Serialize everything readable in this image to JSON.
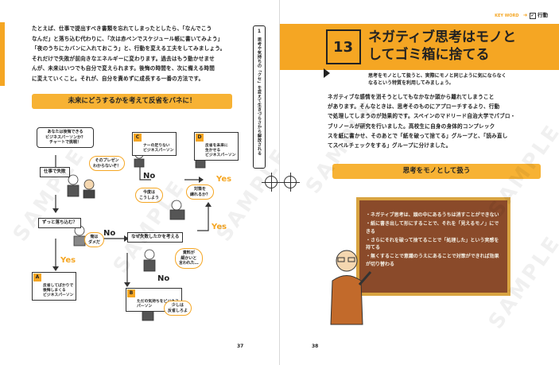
{
  "left_page": {
    "intro_paragraph": "たとえば、仕事で提出すべき書類を忘れてしまったとしたら、「なんでこう\nなんだ」と落ち込む代わりに、「次は赤ペンでスケジュール帳に書いてみよう」\n「夜のうちにカバンに入れておこう」と、行動を変える工夫をしてみましょう。\nそれだけで失敗が前向きなエネルギーに変わります。過去はもう動かせませ\nんが、未来はいつでも自分で変えられます。後悔の時間を、次に備える時間\nに変えていくこと。それが、自分を責めずに成長する一番の方法です。",
    "side_tab": {
      "number": "1",
      "text": "思考や気持ちの「クセ」を変えて生きづらさから解放される"
    },
    "banner": "未来にどうするかを考えて反省をバネに！",
    "page_number": "37",
    "flowchart": {
      "start_box": "あなたは後悔できる\nビジネスパーソンか？\nチャートで挑戦！",
      "node_mistake": "仕事で失敗",
      "bubble_presentation": "そのプレゼン\nわからないぞ！",
      "node_dwell": "ずっと落ち込む？",
      "bubble_ore": "俺は\nダメだ",
      "node_think": "なぜ失敗したかを考える",
      "bubble_materials": "資料が\n細かいと\n言われた…",
      "node_plan": "対策を\n練れるか？",
      "bubble_next": "今度は\nこうしよう",
      "box_a": "反省してばかりで\n後悔しまくる\nビジネスパーソン",
      "box_b": "ただの気持ちをビジネス\nパーソン",
      "bubble_b": "少しは\n反省しろよ",
      "box_c": "ナーの足りない\nビジネスパーソン",
      "box_d": "反省を未来に\n生かせる\nビジネスパーソン",
      "yes": "Yes",
      "no": "No",
      "letter_a": "A",
      "letter_b": "B",
      "letter_c": "C",
      "letter_d": "D"
    }
  },
  "right_page": {
    "keyword_label": "KEY WORD",
    "keyword_value": "行動",
    "chapter_number": "13",
    "title": "ネガティブ思考はモノと\nしてゴミ箱に捨てる",
    "subtitle": "思考をモノとして扱うと、実際にモノと同じように気にならなく\nなるという特質を利用してみましょう。",
    "body": "ネガティブな感情を消そうとしてもなかなか頭から離れてしまうこと\nがあります。そんなときは、思考そのものにアプローチするより、行動\nで処理してしまうのが効果的です。スペインのマドリード自治大学でパブロ・\nブリノールが研究を行いました。高校生に自身の身体的コンプレック\nスを紙に書かせ、そのあとで「紙を破って捨てる」グループと、「読み直し\nてスペルチェックをする」グループに分けました。",
    "banner": "思考をモノとして扱う",
    "board_items": [
      "・ネガティブ思考は、頭の中にあるうちは消すことができない",
      "・紙に書き出して形にすることで、それを「見えるモノ」にできる",
      "・さらにそれを破って捨てることで「処理した」という実感を持てる",
      "・無くすることで意識のうえにあることで対策ができれば効果が切り替わる"
    ],
    "page_number": "38"
  },
  "watermark": "SAMPLE",
  "colors": {
    "accent": "#f5a623",
    "board": "#8a4a2a",
    "board_frame": "#d9a441"
  }
}
